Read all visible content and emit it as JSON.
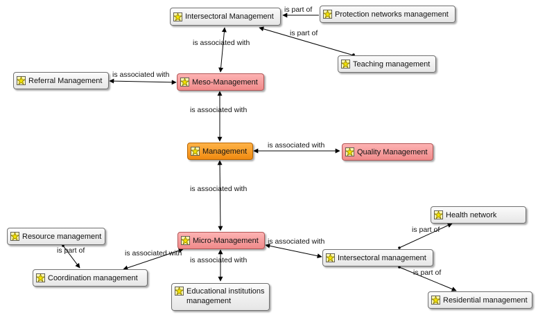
{
  "nodes": {
    "intersectoral_top": "Intersectoral Management",
    "protection": "Protection networks management",
    "teaching": "Teaching management",
    "referral": "Referral Management",
    "meso": "Meso-Management",
    "management": "Management",
    "quality": "Quality Management",
    "micro": "Micro-Management",
    "health": "Health network",
    "resource": "Resource management",
    "coordination": "Coordination management",
    "educational": "Educational institutions management",
    "intersectoral_bottom": "Intersectoral management",
    "residential": "Residential management"
  },
  "edges": {
    "is_part_of": "is part of",
    "is_associated_with": "is associated with"
  },
  "colors": {
    "concept": "#eeeeee",
    "highlight": "#f6a0a0",
    "central": "#f7961e"
  },
  "icon": "concept-star-icon"
}
